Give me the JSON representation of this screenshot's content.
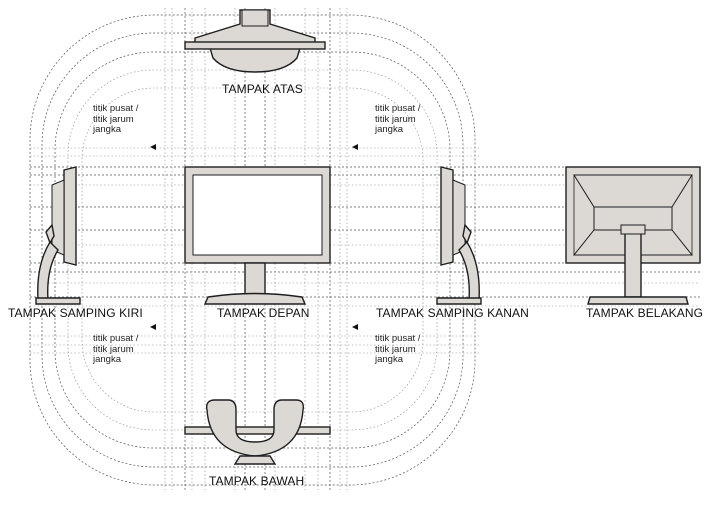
{
  "views": {
    "top": "TAMPAK ATAS",
    "left": "TAMPAK SAMPING KIRI",
    "front": "TAMPAK DEPAN",
    "right": "TAMPAK SAMPING KANAN",
    "back": "TAMPAK BELAKANG",
    "bottom": "TAMPAK BAWAH"
  },
  "compass_note": {
    "line1": "titik pusat /",
    "line2": "titik jarum",
    "line3": "jangka"
  },
  "colors": {
    "part_fill": "#dcd8d4",
    "outline": "#1e1e1e",
    "guide": "#555555"
  }
}
